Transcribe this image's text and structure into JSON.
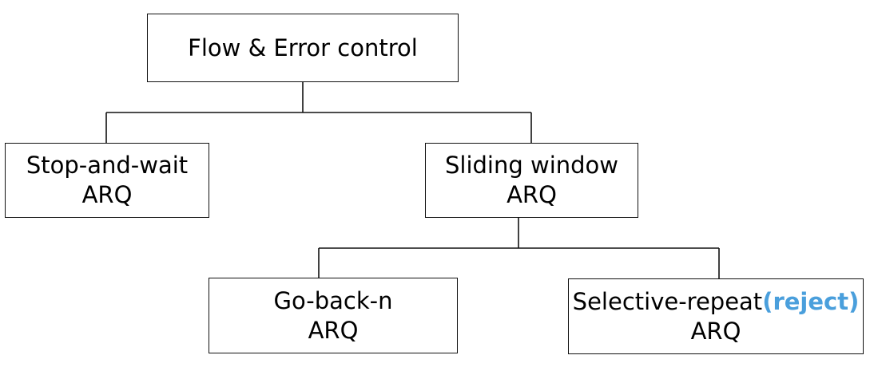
{
  "nodes": {
    "root": {
      "label": "Flow & Error control"
    },
    "stop_and_wait": {
      "line1": "Stop-and-wait",
      "line2": "ARQ"
    },
    "sliding_window": {
      "line1": "Sliding window",
      "line2": "ARQ"
    },
    "go_back_n": {
      "line1": "Go-back-n",
      "line2": "ARQ"
    },
    "selective_repeat": {
      "line1": "Selective-repeat",
      "line1_accent": "(reject)",
      "line2": "ARQ"
    }
  },
  "edges": [
    {
      "from": "root",
      "to": "stop_and_wait"
    },
    {
      "from": "root",
      "to": "sliding_window"
    },
    {
      "from": "sliding_window",
      "to": "go_back_n"
    },
    {
      "from": "sliding_window",
      "to": "selective_repeat"
    }
  ],
  "colors": {
    "stroke": "#111111",
    "accent": "#4a9fdc"
  }
}
